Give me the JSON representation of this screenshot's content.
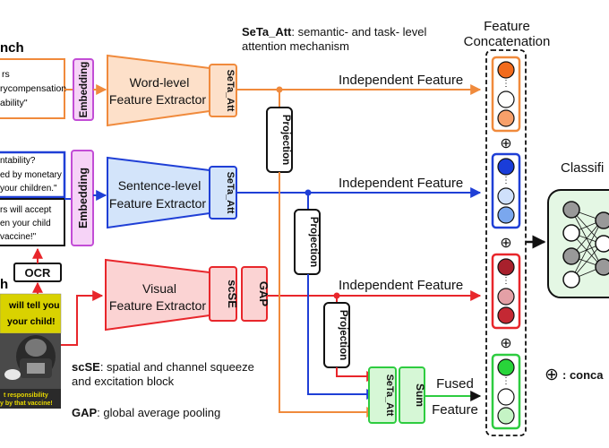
{
  "left_panel": {
    "branch_title": "nch",
    "word_text_lines": [
      "rs",
      "rycompensation",
      "ability\""
    ],
    "sentence_text_lines": [
      "ntability?",
      "ed by monetary",
      "your children.\"",
      "rs will accept",
      "en your child",
      "vaccine!\""
    ],
    "ocr_label": "OCR",
    "poster_top_letter": "h",
    "poster_line1": "will tell you",
    "poster_line2": "your child!",
    "poster_bottom_line1": "t responsibility",
    "poster_bottom_line2": "y by that vaccine!"
  },
  "modules": {
    "embedding_top": "Embedding",
    "embedding_mid": "Embedding",
    "word_extractor_line1": "Word-level",
    "word_extractor_line2": "Feature Extractor",
    "sentence_extractor_line1": "Sentence-level",
    "sentence_extractor_line2": "Feature Extractor",
    "visual_extractor_line1": "Visual",
    "visual_extractor_line2": "Feature Extractor",
    "seta_word": "SeTa_Att",
    "seta_sentence": "SeTa_Att",
    "scse": "scSE",
    "gap": "GAP",
    "seta_fused": "SeTa_Att",
    "sum": "Sum",
    "projection_1": "Projection",
    "projection_2": "Projection",
    "projection_3": "Projection"
  },
  "labels": {
    "seta_definition_term": "SeTa_Att",
    "seta_definition_rest": ": semantic- and task- level",
    "seta_definition_line2": "attention mechanism",
    "feature_concat_line1": "Feature",
    "feature_concat_line2": "Concatenation",
    "independent_feature_1": "Independent Feature",
    "independent_feature_2": "Independent Feature",
    "independent_feature_3": "Independent Feature",
    "fused_line1": "Fused",
    "fused_line2": "Feature",
    "classifier": "Classifi",
    "concat_legend": ": conca",
    "scse_term": "scSE",
    "scse_rest": ": spatial and channel squeeze",
    "scse_line2": "and excitation block",
    "gap_term": "GAP",
    "gap_rest": ": global average pooling",
    "concat_symbol": "⊕"
  },
  "colors": {
    "word": "#f08a3c",
    "sentence": "#1f3fd6",
    "visual": "#e8262b",
    "fused": "#2ecc40",
    "embedding_border": "#c24dd6",
    "embedding_fill": "#f6d3f7"
  }
}
